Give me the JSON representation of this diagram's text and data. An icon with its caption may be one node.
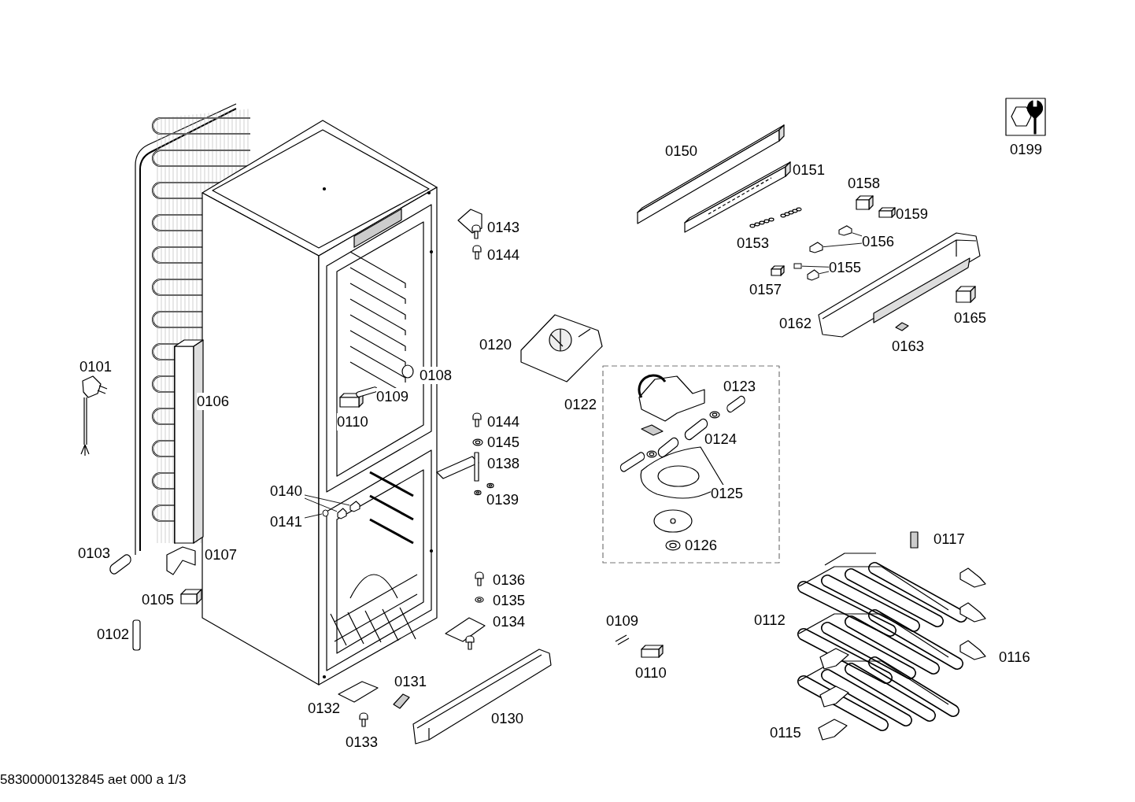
{
  "diagram": {
    "nodes": [
      {
        "text": [
          "0140"
        ]
      },
      {
        "text": [
          "0141"
        ]
      },
      {
        "text": [],
        "shape": "picture"
      },
      {
        "text": [],
        "shape": "picture"
      },
      {
        "text": [],
        "shape": "circle"
      },
      {
        "text": [
          "0156"
        ]
      },
      {
        "text": [],
        "shape": "picture"
      },
      {
        "text": [],
        "shape": "picture"
      },
      {
        "text": [
          "0155"
        ]
      },
      {
        "text": [],
        "shape": "box"
      },
      {
        "text": [],
        "shape": "picture"
      }
    ],
    "edges": [
      {
        "from": 0,
        "to": 2,
        "arrow": "none"
      },
      {
        "from": 0,
        "to": 3,
        "arrow": "none"
      },
      {
        "from": 1,
        "to": 4,
        "arrow": "none"
      },
      {
        "from": 5,
        "to": 6,
        "arrow": "none"
      },
      {
        "from": 5,
        "to": 7,
        "arrow": "none"
      },
      {
        "from": 8,
        "to": 9,
        "arrow": "none"
      },
      {
        "from": 8,
        "to": 10,
        "arrow": "none"
      }
    ],
    "labels": [
      "0199",
      "0150",
      "0151",
      "0158",
      "0159",
      "0153",
      "0143",
      "0157",
      "0144",
      "0162",
      "0165",
      "0163",
      "0120",
      "0108",
      "0109",
      "0101",
      "0110",
      "0122",
      "0123",
      "0106",
      "0144",
      "0124",
      "0145",
      "0138",
      "0125",
      "0139",
      "0117",
      "0126",
      "0103",
      "0107",
      "0136",
      "0105",
      "0135",
      "0112",
      "0109",
      "0134",
      "0102",
      "0116",
      "0110",
      "0131",
      "0132",
      "0130",
      "0115",
      "0133",
      "58300000132845 aet 000 a 1/3"
    ]
  }
}
